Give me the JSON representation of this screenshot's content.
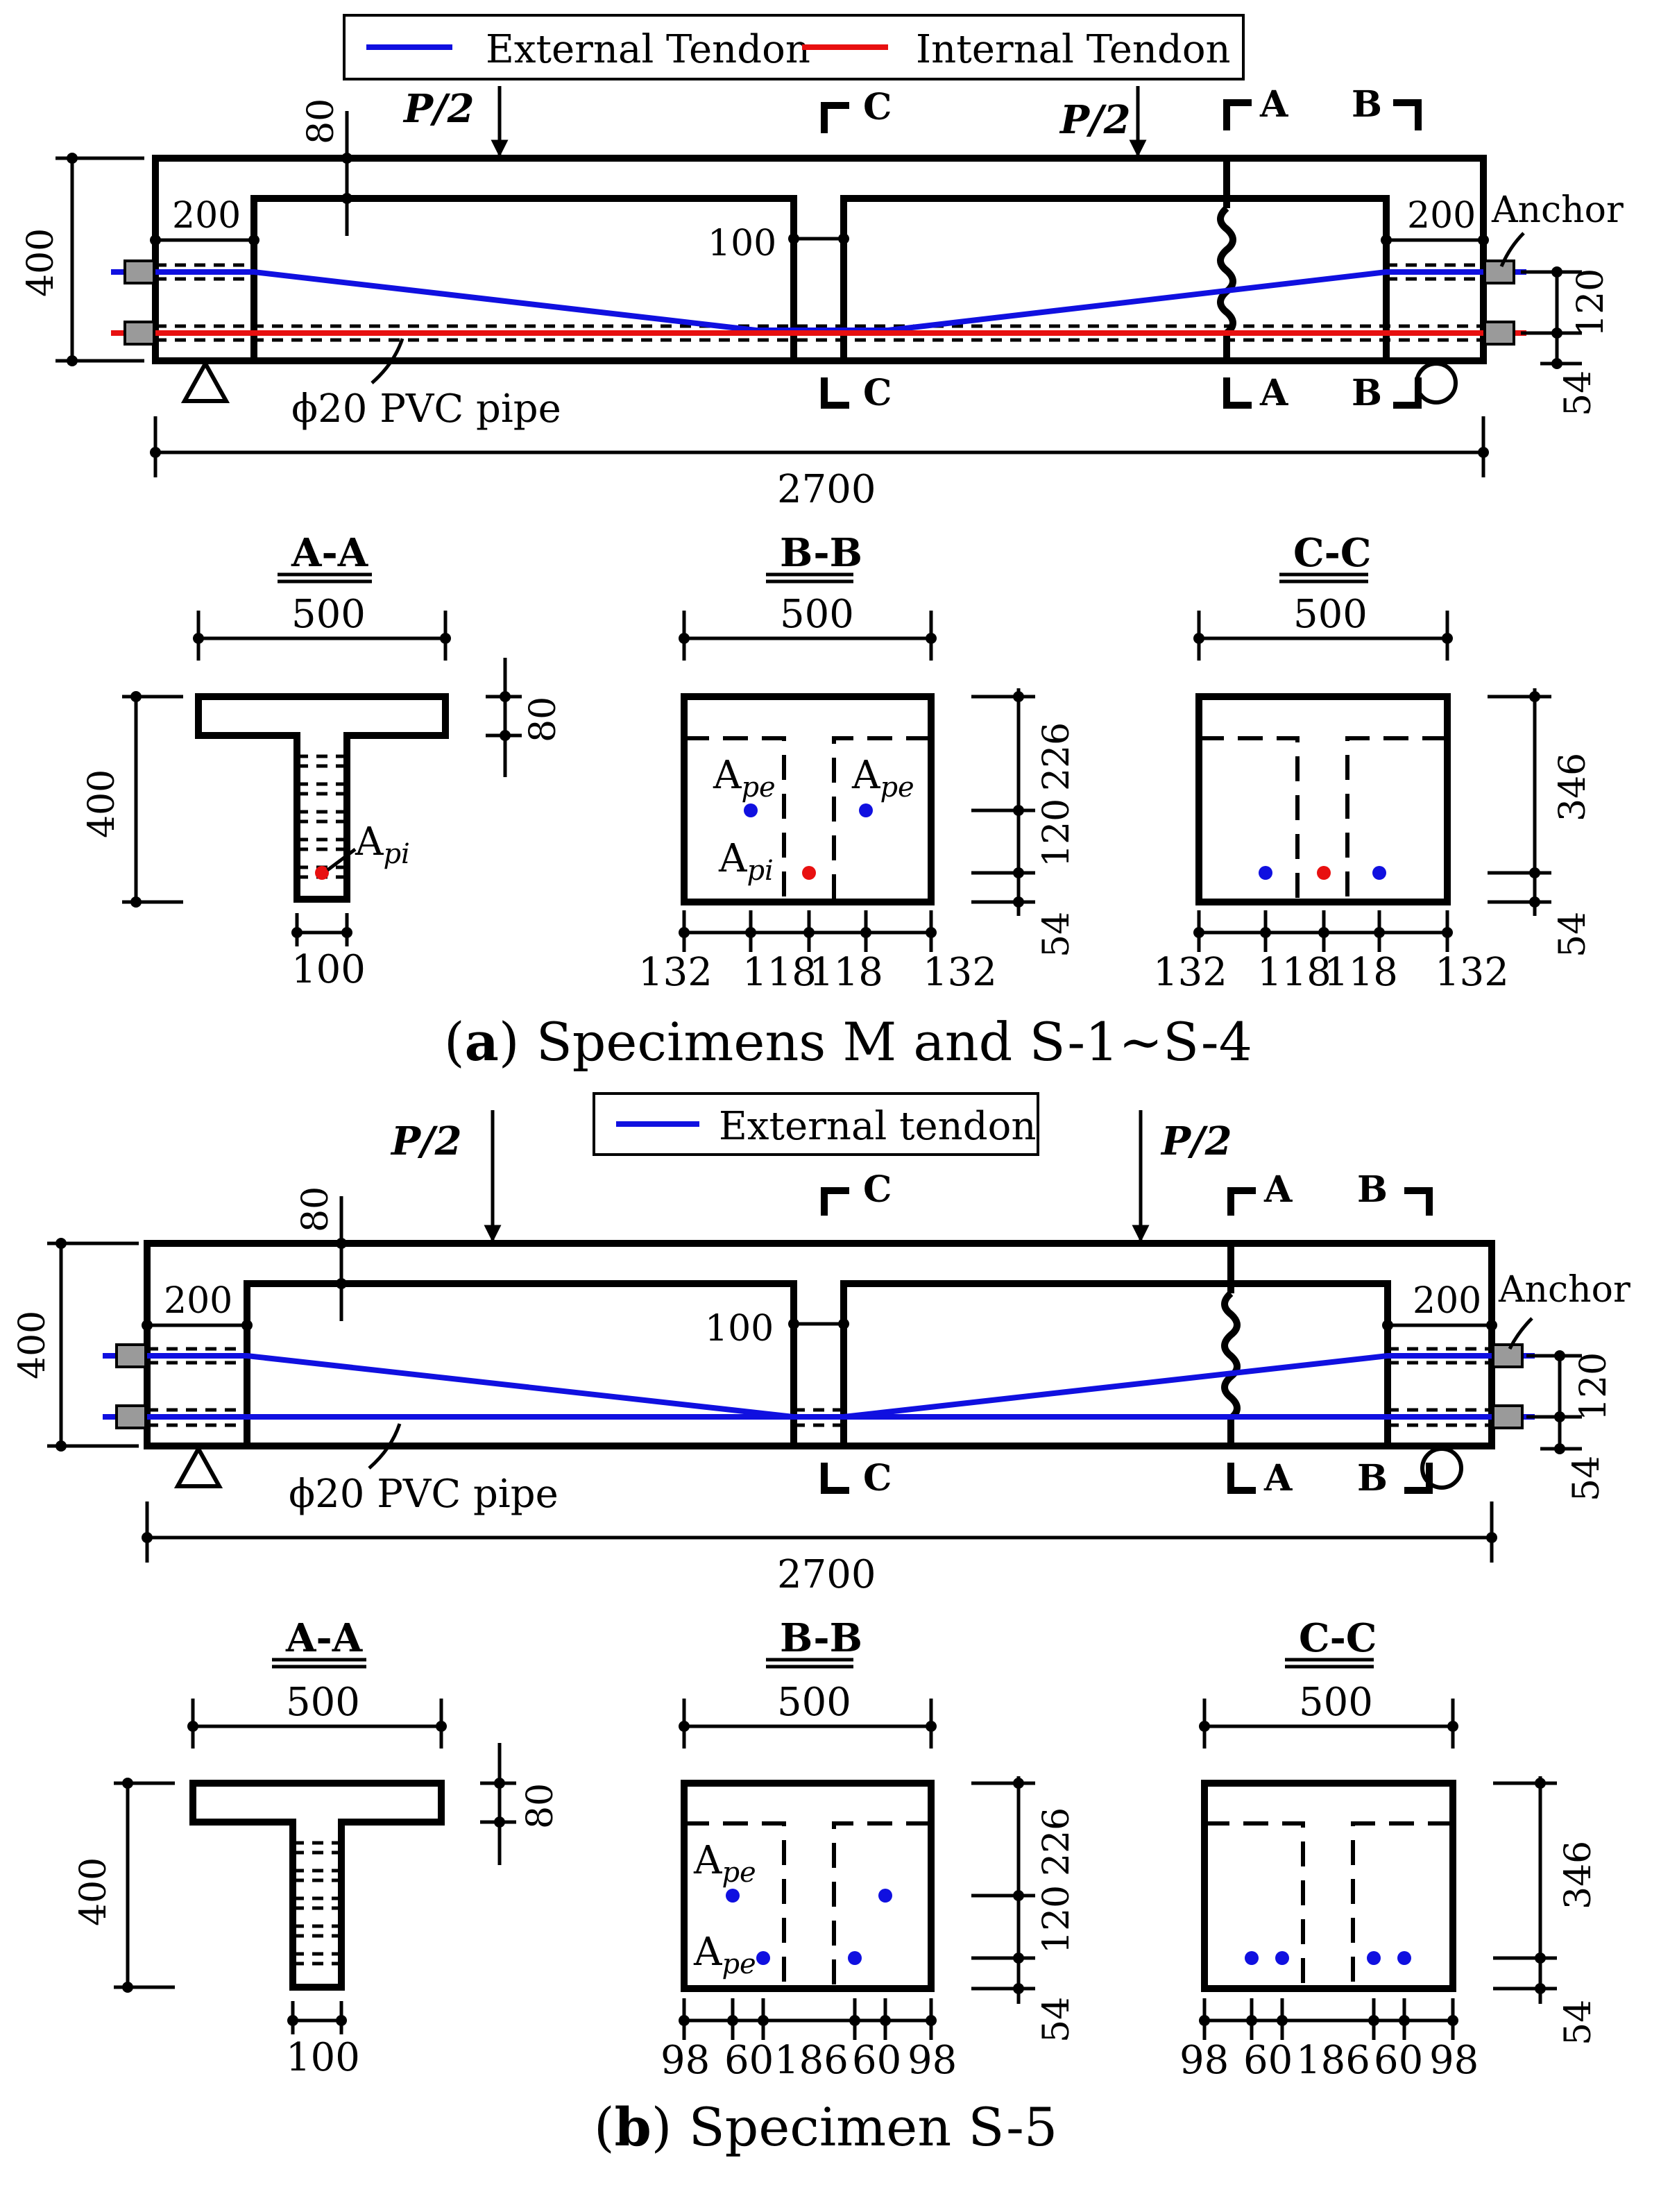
{
  "colors": {
    "external": "#1010e0",
    "internal": "#e81010",
    "anchor": "#9a9a9a",
    "ink": "#000000"
  },
  "legend_a": {
    "external": "External Tendon",
    "internal": "Internal Tendon"
  },
  "legend_b": {
    "external": "External tendon"
  },
  "labels": {
    "load": "P/2",
    "anchor": "Anchor",
    "pvc_phi": "ϕ",
    "pvc_rest": "20 PVC pipe",
    "sec_a": "A",
    "sec_b": "B",
    "sec_c": "C",
    "title_aa": "A-A",
    "title_bb": "B-B",
    "title_cc": "C-C",
    "A": "A",
    "pe": "pe",
    "pi": "pi"
  },
  "dims": {
    "d80": "80",
    "d200": "200",
    "d100": "100",
    "d400": "400",
    "d120": "120",
    "d54": "54",
    "d2700": "2700",
    "d500": "500",
    "d226": "226",
    "d346": "346",
    "d132": "132",
    "d118": "118",
    "d98": "98",
    "d60": "60",
    "d186": "186"
  },
  "captions": {
    "a_letter": "a",
    "a_text": " Specimens M and S-1~S-4",
    "b_letter": "b",
    "b_text": " Specimen S-5"
  }
}
